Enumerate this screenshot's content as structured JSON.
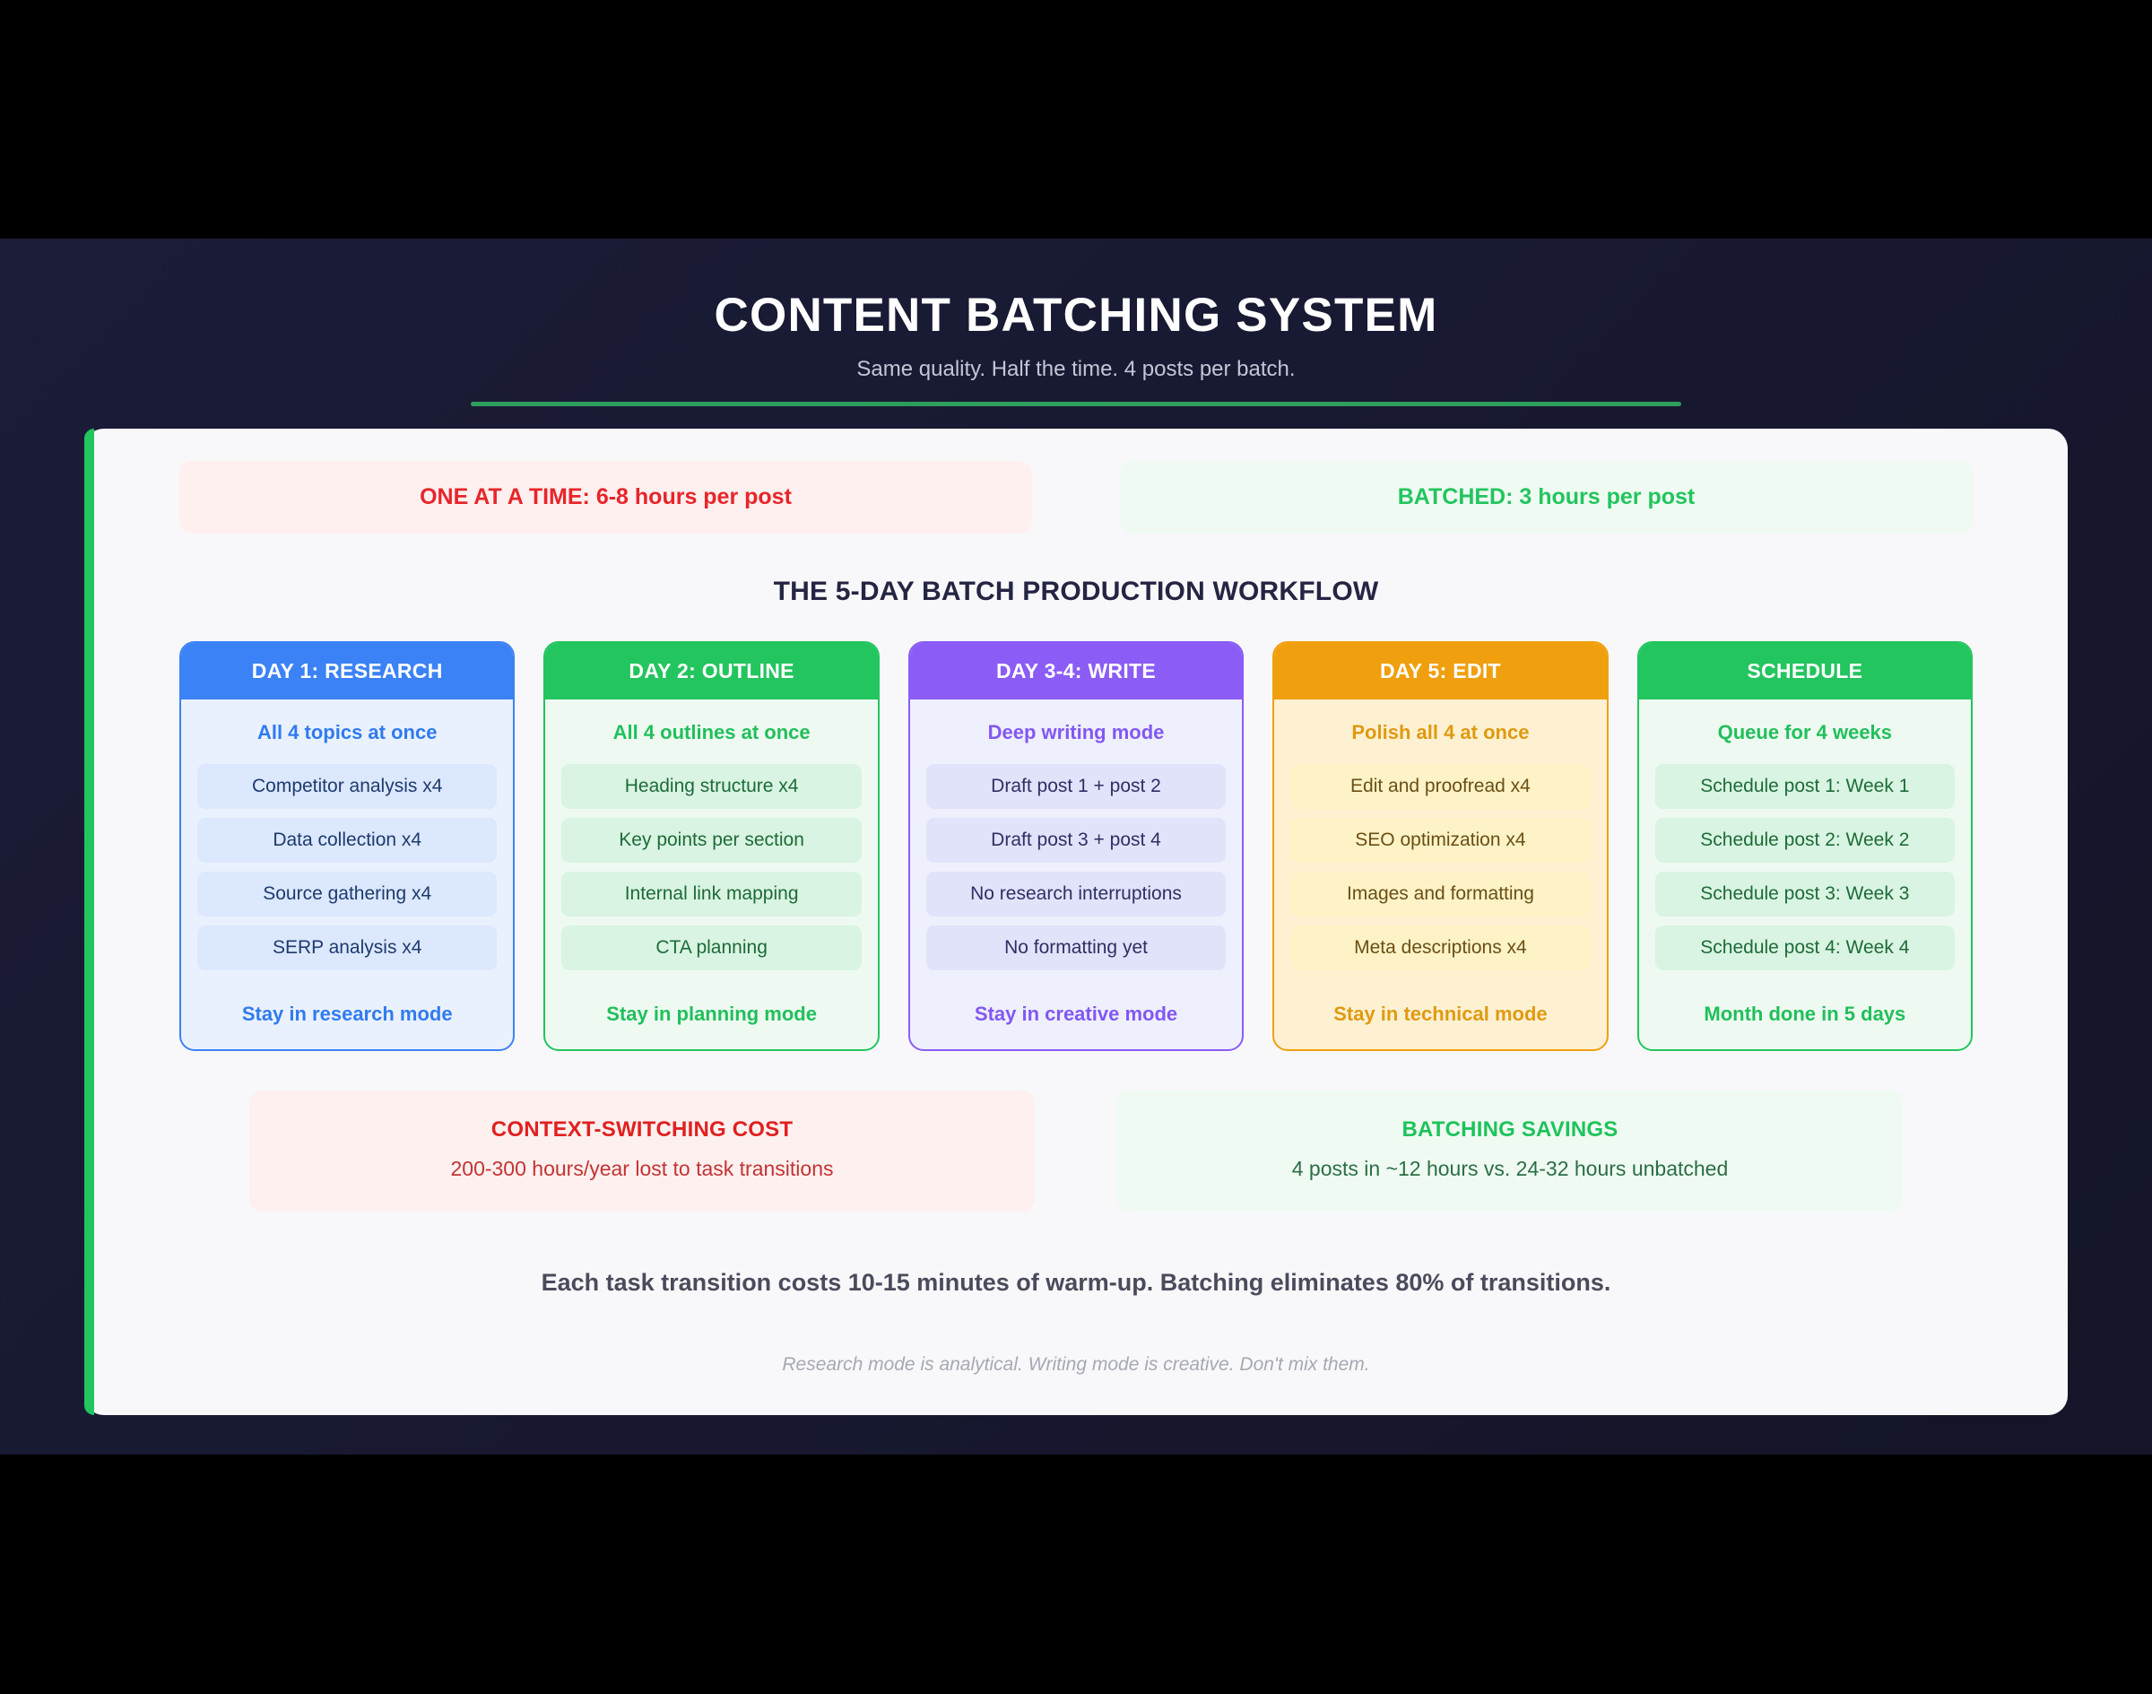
{
  "header": {
    "title": "CONTENT BATCHING SYSTEM",
    "subtitle": "Same quality. Half the time. 4 posts per batch."
  },
  "comparison": {
    "unbatched": "ONE AT A TIME: 6-8 hours per post",
    "batched": "BATCHED: 3 hours per post"
  },
  "workflow": {
    "title": "THE 5-DAY BATCH PRODUCTION WORKFLOW",
    "cards": [
      {
        "head": "DAY 1: RESEARCH",
        "lead": "All 4 topics at once",
        "tasks": [
          "Competitor analysis x4",
          "Data collection x4",
          "Source gathering x4",
          "SERP analysis x4"
        ],
        "foot": "Stay in research mode",
        "color": "#3b82f6"
      },
      {
        "head": "DAY 2: OUTLINE",
        "lead": "All 4 outlines at once",
        "tasks": [
          "Heading structure x4",
          "Key points per section",
          "Internal link mapping",
          "CTA planning"
        ],
        "foot": "Stay in planning mode",
        "color": "#22c55e"
      },
      {
        "head": "DAY 3-4: WRITE",
        "lead": "Deep writing mode",
        "tasks": [
          "Draft post 1 + post 2",
          "Draft post 3 + post 4",
          "No research interruptions",
          "No formatting yet"
        ],
        "foot": "Stay in creative mode",
        "color": "#8b5cf6"
      },
      {
        "head": "DAY 5: EDIT",
        "lead": "Polish all 4 at once",
        "tasks": [
          "Edit and proofread x4",
          "SEO optimization x4",
          "Images and formatting",
          "Meta descriptions x4"
        ],
        "foot": "Stay in technical mode",
        "color": "#f0a00f"
      },
      {
        "head": "SCHEDULE",
        "lead": "Queue for 4 weeks",
        "tasks": [
          "Schedule post 1: Week 1",
          "Schedule post 2: Week 2",
          "Schedule post 3: Week 3",
          "Schedule post 4: Week 4"
        ],
        "foot": "Month done in 5 days",
        "color": "#22c55e"
      }
    ]
  },
  "metrics": [
    {
      "title": "CONTEXT-SWITCHING COST",
      "value": "200-300 hours/year lost to task transitions"
    },
    {
      "title": "BATCHING SAVINGS",
      "value": "4 posts in ~12 hours vs. 24-32 hours unbatched"
    }
  ],
  "insight": "Each task transition costs 10-15 minutes of warm-up. Batching eliminates 80% of transitions.",
  "note": "Research mode is analytical. Writing mode is creative. Don't mix them.",
  "accents": {
    "panel_bar": "#22c55e",
    "title_rule": "#2e9e5b",
    "danger": "#e8252a",
    "success": "#22c55e"
  }
}
